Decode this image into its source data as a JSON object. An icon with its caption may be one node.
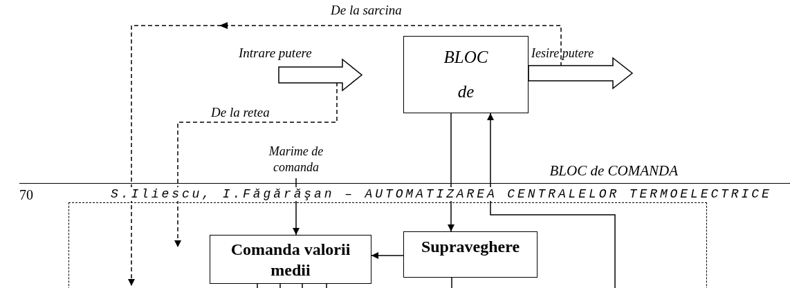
{
  "diagram": {
    "nodes": [
      {
        "text": [
          "BLOC de"
        ]
      },
      {
        "text": [
          "Intrare putere"
        ]
      },
      {
        "text": [
          "Iesire putere"
        ]
      },
      {
        "text": [
          "Marime de comanda"
        ]
      },
      {
        "text": [
          "Comanda valorii medii"
        ],
        "in": 5
      },
      {
        "text": [
          "BLOC de COMANDA"
        ]
      },
      {
        "text": [
          "Supraveghere"
        ],
        "in": 5
      }
    ],
    "edges": [
      {
        "from": 2,
        "to": 5,
        "arrow": "to",
        "style": "dashed",
        "label": "De la sarcina"
      },
      {
        "from": 1,
        "to": null,
        "arrow": "to",
        "style": "dashed",
        "label": "De la retea"
      },
      {
        "from": 3,
        "to": 4,
        "arrow": "to"
      },
      {
        "from": 0,
        "to": 6,
        "arrow": "to"
      },
      {
        "from": null,
        "to": 0,
        "arrow": "to"
      },
      {
        "from": 6,
        "to": 4,
        "arrow": "to"
      },
      {
        "from": 6,
        "to": null,
        "arrow": "none"
      },
      {
        "from": 4,
        "to": null,
        "arrow": "none"
      },
      {
        "from": 4,
        "to": null,
        "arrow": "none"
      },
      {
        "from": 4,
        "to": null,
        "arrow": "none"
      },
      {
        "from": 4,
        "to": null,
        "arrow": "none"
      }
    ],
    "labels": [
      "70",
      "S.Iliescu, I.Făgărăşan – AUTOMATIZAREA CENTRALELOR TERMOELECTRICE"
    ]
  }
}
